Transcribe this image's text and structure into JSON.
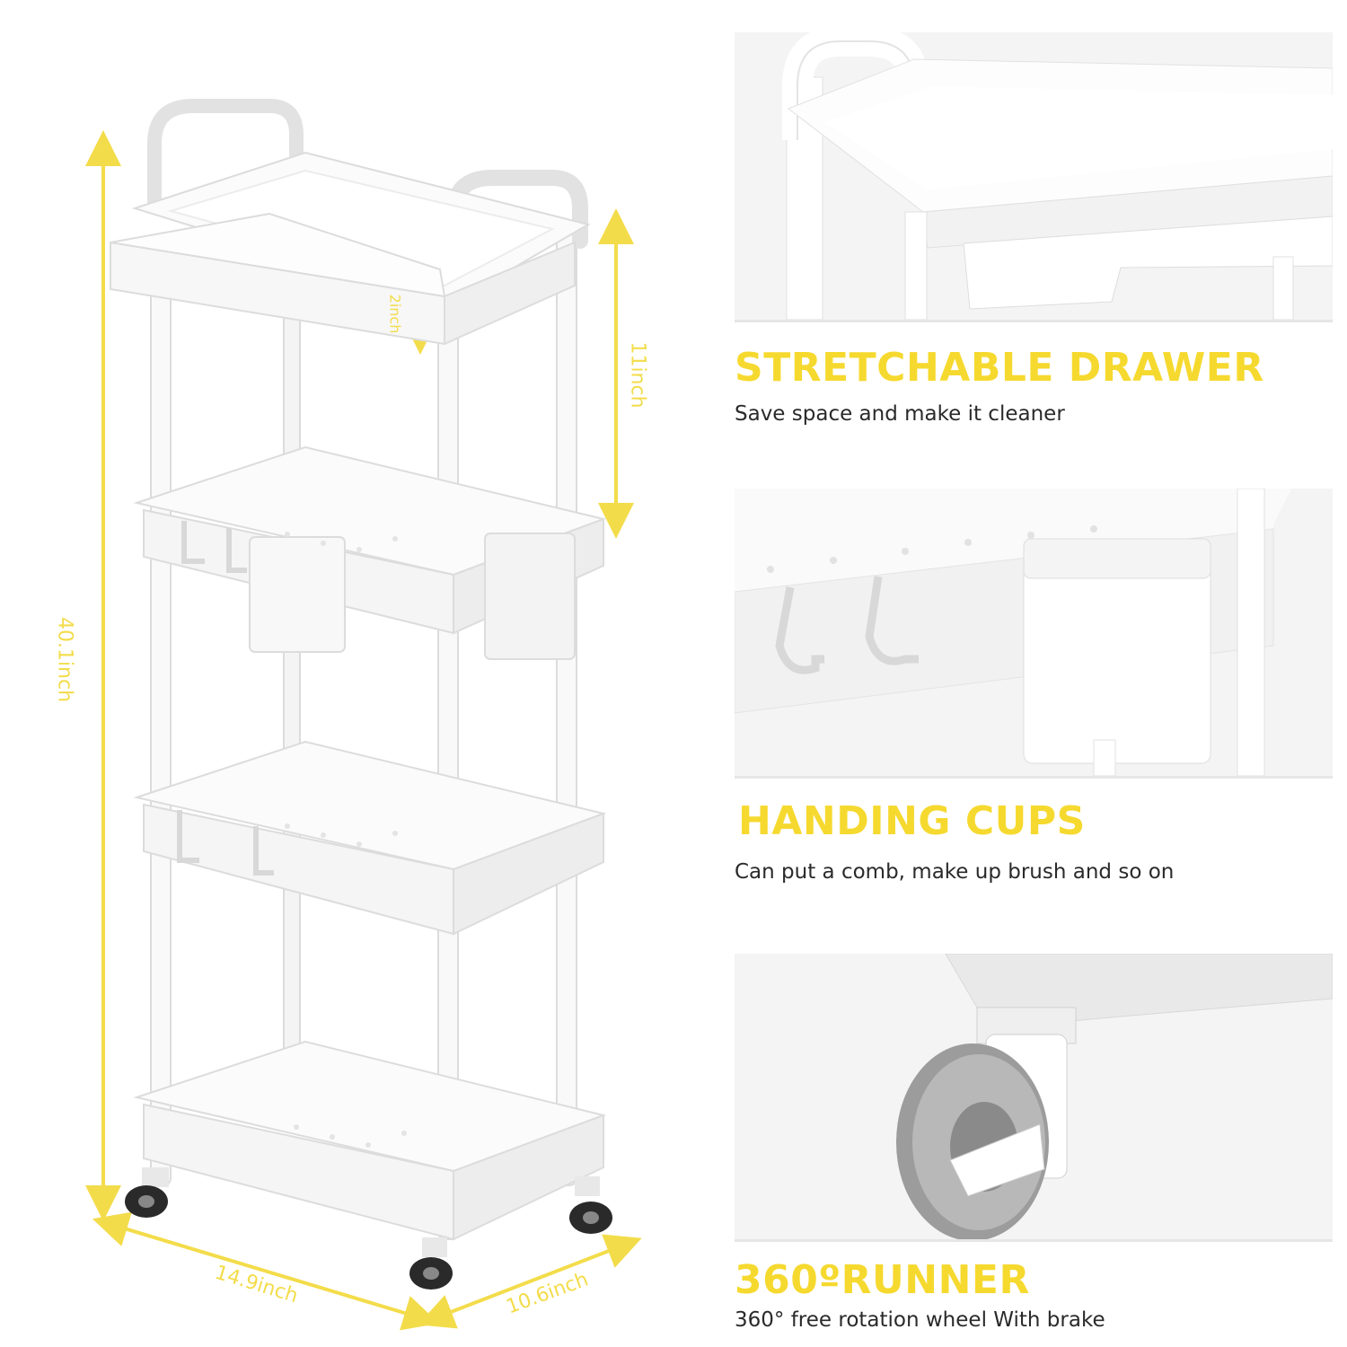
{
  "dimensions": {
    "height": "40.1inch",
    "shelf_gap": "11inch",
    "drawer_depth": "2inch",
    "width": "14.9inch",
    "depth": "10.6inch"
  },
  "features": [
    {
      "title": "STRETCHABLE DRAWER",
      "desc": "Save space and make it cleaner"
    },
    {
      "title": "HANDING CUPS",
      "desc": "Can put a comb, make up brush and so on"
    },
    {
      "title": "360ºRUNNER",
      "desc": "360° free rotation wheel With brake"
    }
  ],
  "colors": {
    "accent": "#f6d92f",
    "cart": "#ffffff",
    "panel": "#f4f4f4",
    "text": "#2a2a2a"
  }
}
